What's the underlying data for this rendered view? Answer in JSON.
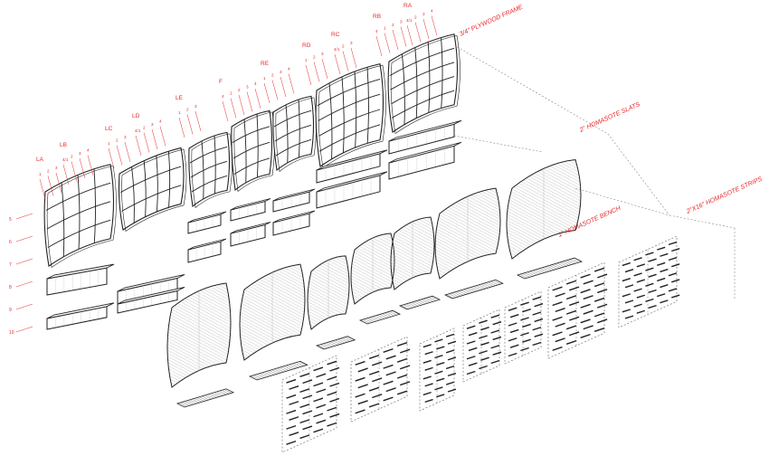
{
  "colors": {
    "annotation": "#e8282b",
    "line": "#222222",
    "hatch": "#9a9a9a",
    "dash": "#777777"
  },
  "layer_labels": {
    "frame": "3/4\" PLYWOOD FRAME",
    "slats": "2\" HOMASOTE SLATS",
    "bench": "1\" HOMASOTE BENCH",
    "strips": "2\"X16\" HOMASOTE STRIPS"
  },
  "panels": [
    {
      "code": "LA",
      "ticks": [
        "1",
        "2",
        "3"
      ]
    },
    {
      "code": "LB",
      "ticks": [
        "4/1",
        "2",
        "3",
        "4"
      ]
    },
    {
      "code": "LC",
      "ticks": [
        "1",
        "2",
        "3"
      ]
    },
    {
      "code": "LD",
      "ticks": [
        "4/1",
        "2",
        "3",
        "4"
      ]
    },
    {
      "code": "LE",
      "ticks": [
        "1",
        "2",
        "3"
      ]
    },
    {
      "code": "F",
      "ticks": [
        "4",
        "1",
        "2",
        "3",
        "4"
      ]
    },
    {
      "code": "RE",
      "ticks": [
        "1",
        "2",
        "3",
        "4"
      ]
    },
    {
      "code": "RD",
      "ticks": [
        "1",
        "2",
        "3"
      ]
    },
    {
      "code": "RC",
      "ticks": [
        "4/1",
        "2",
        "3"
      ]
    },
    {
      "code": "RB",
      "ticks": [
        "4",
        "1",
        "2",
        "3"
      ]
    },
    {
      "code": "RA",
      "ticks": [
        "4/1",
        "2",
        "3",
        "4"
      ]
    }
  ],
  "row_labels": [
    "5",
    "6",
    "7",
    "8",
    "9",
    "10"
  ]
}
